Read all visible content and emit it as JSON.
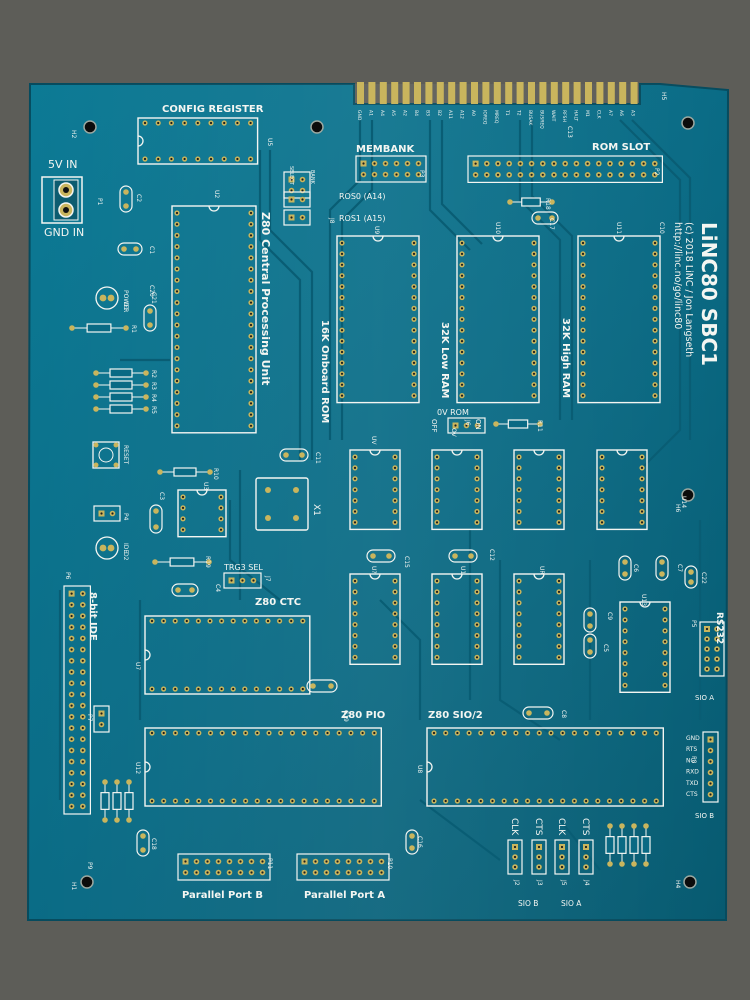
{
  "board": {
    "name": "LiNC80 SBC1",
    "copyright": "(c) 2018 LiNC / Jon Langseth",
    "url": "http://linc.no/go/linc80",
    "colors": {
      "pcb": "#0b6c86",
      "silk": "#f4f6f2",
      "gold": "#c9b55d",
      "table": "#5a5a55"
    }
  },
  "labels": {
    "power_in": "5V IN",
    "gnd_in": "GND IN",
    "config_register": "CONFIG REGISTER",
    "membank": "MEMBANK",
    "rom_slot": "ROM SLOT",
    "ros0": "ROS0 (A14)",
    "ros1": "ROS1 (A15)",
    "cpu": "Z80 Central Processing Unit",
    "rom": "16K Onboard ROM",
    "ram_low": "32K Low RAM",
    "ram_high": "32K High RAM",
    "ov_rom": "0V ROM",
    "off": "OFF",
    "on": "ON",
    "ide": "8-bit IDE",
    "ctc": "Z80 CTC",
    "pio": "Z80 PIO",
    "sio": "Z80 SIO/2",
    "trg3": "TRG3 SEL",
    "parallel_b": "Parallel Port B",
    "parallel_a": "Parallel Port A",
    "rs232": "RS232",
    "sio_a": "SIO A",
    "sio_b": "SIO B",
    "sio_b2": "SIO B",
    "sio_a2": "SIO A",
    "clk1": "CLK",
    "cts1": "CTS",
    "clk2": "CLK",
    "cts2": "CTS",
    "x1": "X1",
    "reset": "RESET",
    "power": "POWER",
    "ide_led": "IDE",
    "select": "SELECT",
    "bank": "BANK",
    "sio_pins": [
      "GND",
      "RTS",
      "NC",
      "RXD",
      "TXD",
      "CTS"
    ]
  },
  "refs": {
    "u1": "U1",
    "u2": "U2",
    "u3": "U3",
    "u5": "U5",
    "u7": "U7",
    "u8": "U8",
    "u9": "U9",
    "u10": "U10",
    "u11": "U11",
    "u12": "U12",
    "u13": "U13",
    "u14": "U14",
    "ua": "U?",
    "c1": "C1",
    "c2": "C2",
    "c3": "C3",
    "c4": "C4",
    "c5": "C5",
    "c6": "C6",
    "c7": "C7",
    "c8": "C8",
    "c9": "C9",
    "c10": "C10",
    "c11": "C11",
    "c12": "C12",
    "c13": "C13",
    "c15": "C15",
    "c16": "C16",
    "c17": "C17",
    "c18": "C18",
    "c19": "C19",
    "c20": "C20",
    "c21": "C21",
    "c22": "C22",
    "p1": "P1",
    "p2": "P2",
    "p3": "P3",
    "p4": "P4",
    "p5": "P5",
    "p6": "P6",
    "p7": "P7",
    "p8": "P8",
    "p9": "P9",
    "p10": "P10",
    "p11": "P11",
    "j2": "J2",
    "j3": "J3",
    "j4": "J4",
    "j5": "J5",
    "j6": "J6",
    "j7": "J7",
    "j8": "J8",
    "r1": "R1",
    "r2": "R2",
    "r3": "R3",
    "r4": "R4",
    "r5": "R5",
    "r10": "R10",
    "r11": "R11",
    "r18": "R18",
    "r19": "R19",
    "h1": "H1",
    "h2": "H2",
    "h4": "H4",
    "h5": "H5",
    "h6": "H6",
    "d1": "D1",
    "d2": "D2",
    "ov": "OV",
    "u_v": "UV",
    "u_r": "UR"
  },
  "edge_signals": [
    "GND",
    "A1",
    "A4",
    "A5",
    "A2",
    "B4",
    "B3",
    "B2",
    "A11",
    "A12",
    "A0",
    "IOREQ",
    "MREQ",
    "T1",
    "T2",
    "BUSAK",
    "BUSREQ",
    "WAIT",
    "RFSH",
    "HALT",
    "M1",
    "CLK",
    "A7",
    "A6",
    "A3",
    "D0",
    "D1",
    "D7",
    "D3",
    "D4",
    "D6",
    "D2",
    "D5",
    "A13"
  ]
}
